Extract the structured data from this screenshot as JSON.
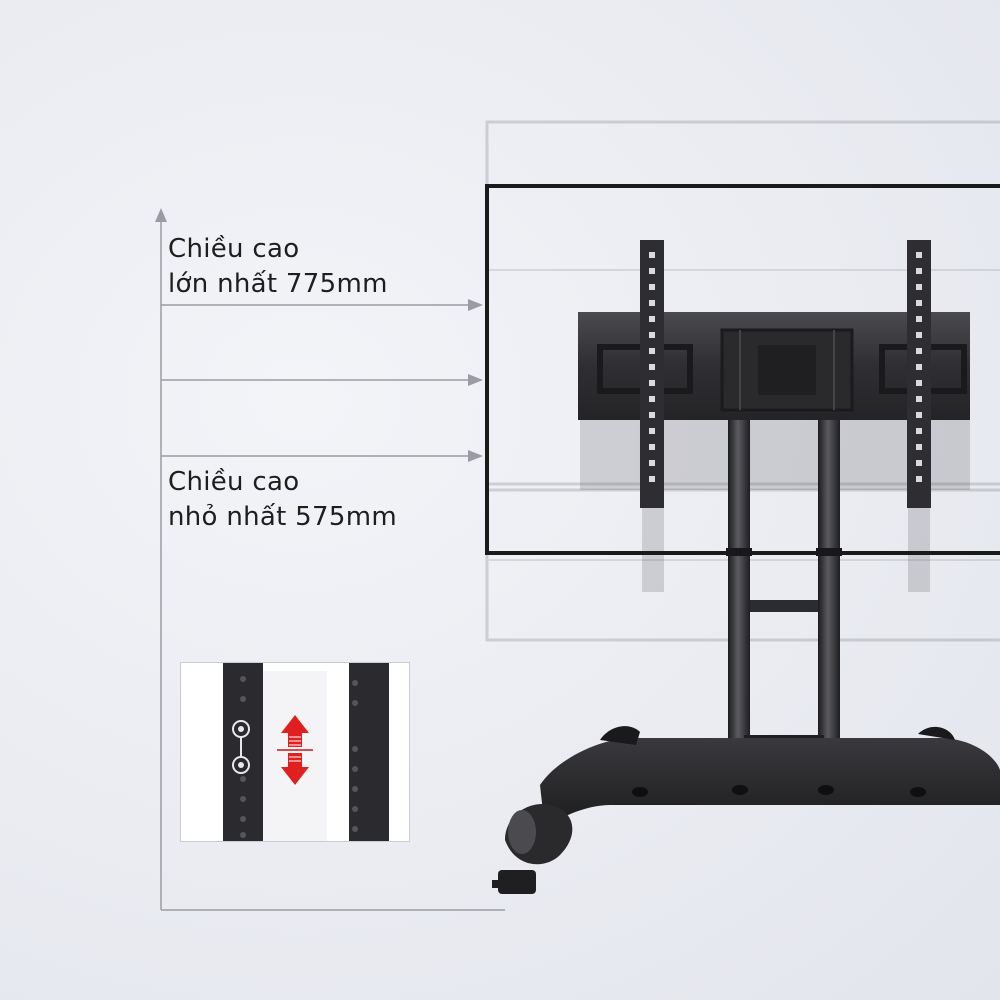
{
  "labels": {
    "max_line1": "Chiều cao",
    "max_line2": "lớn nhất 775mm",
    "min_line1": "Chiều cao",
    "min_line2": "nhỏ nhất 575mm"
  },
  "colors": {
    "background": "#e9ebf1",
    "guide_line": "#9a9ca3",
    "stand_metal": "#2b2b2e",
    "tv_frame": "#1a1a1a",
    "adjust_arrow": "#e02020"
  }
}
